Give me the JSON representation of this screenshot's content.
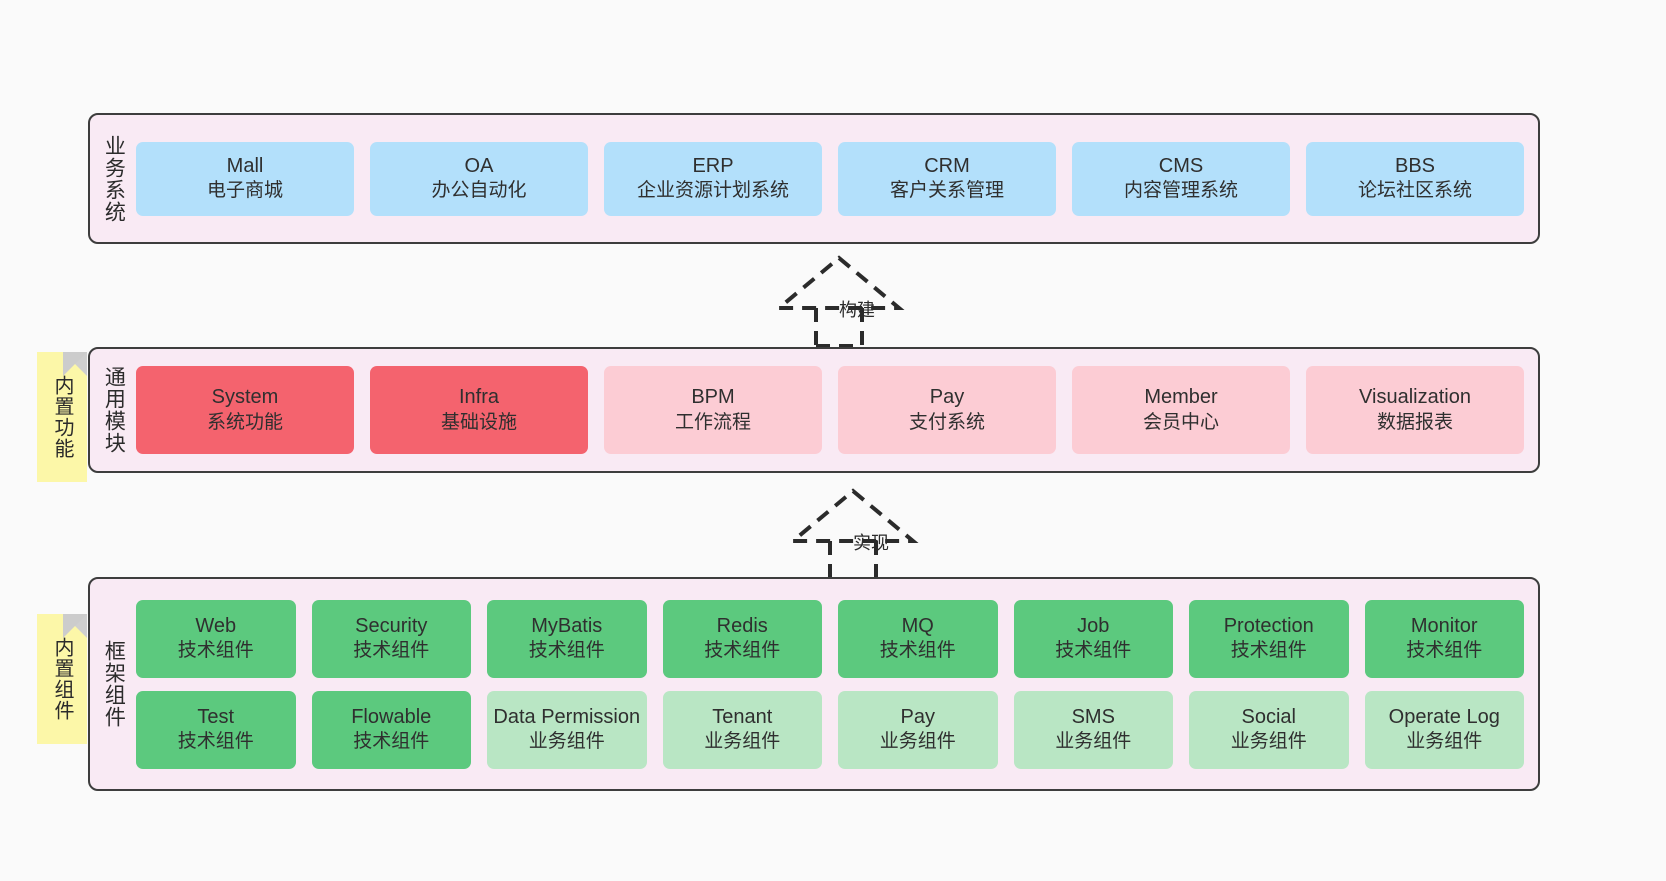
{
  "diagram": {
    "background_color": "#fafafa",
    "layer_fill": "#f9eaf4",
    "layer_border": "#3d3d3d"
  },
  "layers": [
    {
      "id": "business-systems",
      "title": "业务系统",
      "box_color": "#b3e0fb",
      "items": [
        {
          "name": "Mall",
          "desc": "电子商城"
        },
        {
          "name": "OA",
          "desc": "办公自动化"
        },
        {
          "name": "ERP",
          "desc": "企业资源计划系统"
        },
        {
          "name": "CRM",
          "desc": "客户关系管理"
        },
        {
          "name": "CMS",
          "desc": "内容管理系统"
        },
        {
          "name": "BBS",
          "desc": "论坛社区系统"
        }
      ]
    },
    {
      "id": "common-modules",
      "title": "通用模块",
      "note": "内置功能",
      "note_color": "#fcf7a8",
      "strong_color": "#f4636e",
      "light_color": "#fcccd4",
      "items": [
        {
          "name": "System",
          "desc": "系统功能",
          "emphasis": "strong"
        },
        {
          "name": "Infra",
          "desc": "基础设施",
          "emphasis": "strong"
        },
        {
          "name": "BPM",
          "desc": "工作流程",
          "emphasis": "light"
        },
        {
          "name": "Pay",
          "desc": "支付系统",
          "emphasis": "light"
        },
        {
          "name": "Member",
          "desc": "会员中心",
          "emphasis": "light"
        },
        {
          "name": "Visualization",
          "desc": "数据报表",
          "emphasis": "light"
        }
      ]
    },
    {
      "id": "framework-components",
      "title": "框架组件",
      "note": "内置组件",
      "note_color": "#fcf7a8",
      "tech_color": "#5cc97e",
      "business_color": "#b9e6c4",
      "row1": [
        {
          "name": "Web",
          "desc": "技术组件"
        },
        {
          "name": "Security",
          "desc": "技术组件"
        },
        {
          "name": "MyBatis",
          "desc": "技术组件"
        },
        {
          "name": "Redis",
          "desc": "技术组件"
        },
        {
          "name": "MQ",
          "desc": "技术组件"
        },
        {
          "name": "Job",
          "desc": "技术组件"
        },
        {
          "name": "Protection",
          "desc": "技术组件"
        },
        {
          "name": "Monitor",
          "desc": "技术组件"
        }
      ],
      "row2": [
        {
          "name": "Test",
          "desc": "技术组件",
          "kind": "tech"
        },
        {
          "name": "Flowable",
          "desc": "技术组件",
          "kind": "tech"
        },
        {
          "name": "Data Permission",
          "desc": "业务组件",
          "kind": "business"
        },
        {
          "name": "Tenant",
          "desc": "业务组件",
          "kind": "business"
        },
        {
          "name": "Pay",
          "desc": "业务组件",
          "kind": "business"
        },
        {
          "name": "SMS",
          "desc": "业务组件",
          "kind": "business"
        },
        {
          "name": "Social",
          "desc": "业务组件",
          "kind": "business"
        },
        {
          "name": "Operate Log",
          "desc": "业务组件",
          "kind": "business"
        }
      ]
    }
  ],
  "connectors": [
    {
      "id": "build",
      "label": "构建",
      "style": "dashed-generalization"
    },
    {
      "id": "implement",
      "label": "实现",
      "style": "dashed-generalization"
    }
  ]
}
